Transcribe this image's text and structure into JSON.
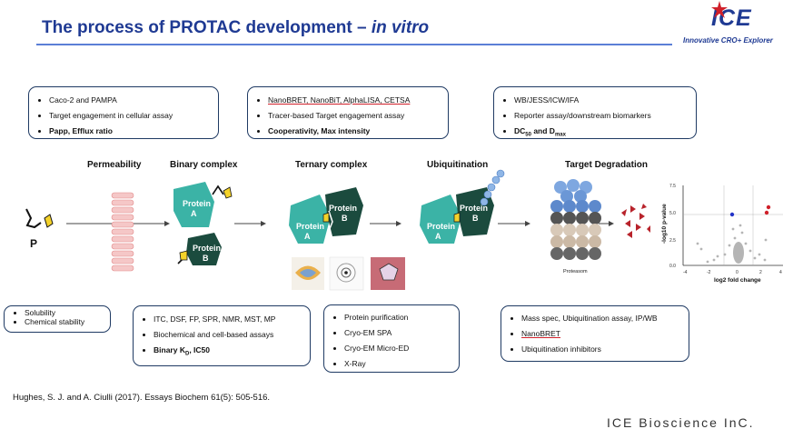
{
  "header": {
    "title_main": "The process of PROTAC development – ",
    "title_italic": "in vitro",
    "logo_main": "ICE",
    "logo_tagline": "Innovative CRO+ Explorer"
  },
  "top_boxes": [
    {
      "items": [
        "Caco-2 and PAMPA",
        "Target engagement in cellular assay",
        "Papp, Efflux ratio"
      ]
    },
    {
      "items": [
        "NanoBRET, NanoBiT, AlphaLISA, CETSA",
        "Tracer-based Target engagement assay",
        "Cooperativity, Max intensity"
      ]
    },
    {
      "items": [
        "WB/JESS/ICW/IFA",
        "Reporter assay/downstream biomarkers"
      ],
      "dc_prefix": "DC",
      "dc_sub": "50",
      "dc_and": " and D",
      "dc_sub2": "max"
    }
  ],
  "stages": [
    "Permeability",
    "Binary complex",
    "Ternary complex",
    "Ubiquitination",
    "Target Degradation"
  ],
  "diagram_labels": {
    "p": "P",
    "protein_a": "Protein",
    "protein_a_letter": "A",
    "protein_b": "Protein",
    "protein_b_letter": "B",
    "proteasome": "Proteasom",
    "volcano_xlabel": "log2 fold change",
    "volcano_ylabel": "-log10 p-value",
    "volcano_xticks": [
      "-4",
      "-2",
      "0",
      "2",
      "4"
    ],
    "volcano_yticks": [
      "0.0",
      "2.5",
      "5.0",
      "7.5"
    ]
  },
  "bottom_boxes": [
    {
      "items": [
        "Solubility",
        "Chemical stability"
      ]
    },
    {
      "items": [
        "ITC, DSF, FP, SPR, NMR, MST, MP",
        "Biochemical and cell-based assays"
      ],
      "kd_prefix": "Binary K",
      "kd_sub": "D",
      "kd_suffix": ", IC50"
    },
    {
      "items": [
        "Protein purification",
        "Cryo-EM SPA",
        "Cryo-EM Micro-ED",
        "X-Ray"
      ]
    },
    {
      "items": [
        "Mass spec, Ubiquitination assay, IP/WB",
        "NanoBRET",
        "Ubiquitination inhibitors"
      ]
    }
  ],
  "reference": "Hughes, S. J. and A. Ciulli (2017).  Essays Biochem 61(5): 505-516.",
  "footer": "ICE Bioscience InC.",
  "colors": {
    "title": "#1f3a93",
    "teal": "#3bb3a6",
    "dark_green": "#1b4b3e",
    "ub_blue": "#6fa0de",
    "accent_red": "#d0202a"
  }
}
